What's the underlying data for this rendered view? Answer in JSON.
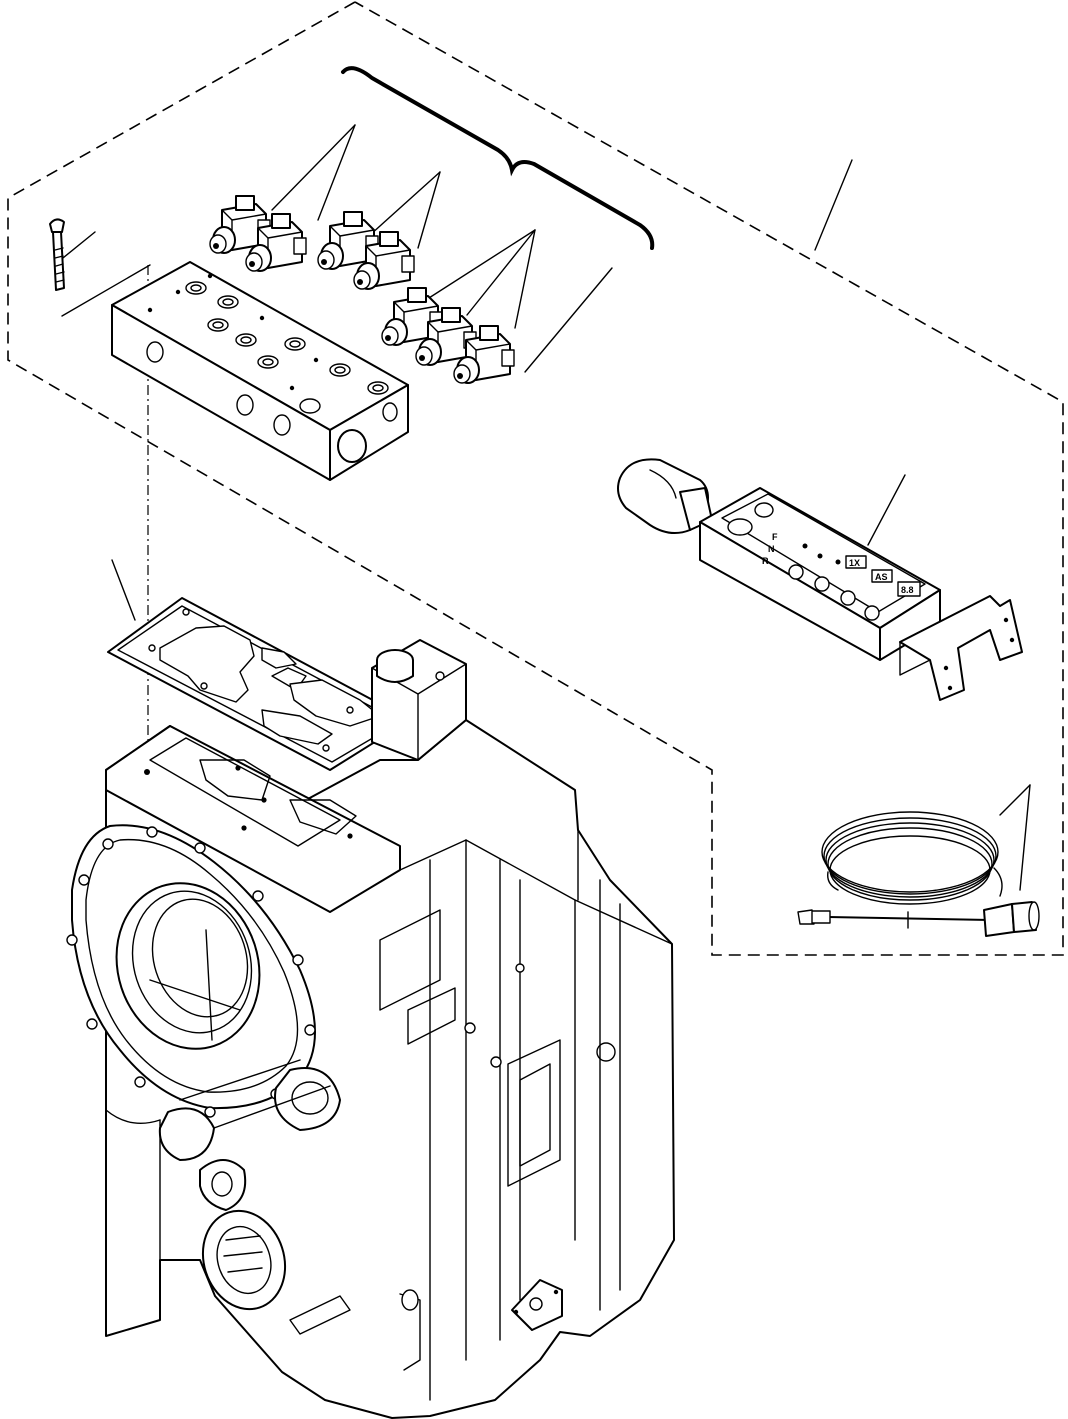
{
  "panel": {
    "label_1": "1X",
    "label_2": "AS",
    "display": "8.8",
    "key_letters": [
      "F",
      "N",
      "R"
    ]
  }
}
